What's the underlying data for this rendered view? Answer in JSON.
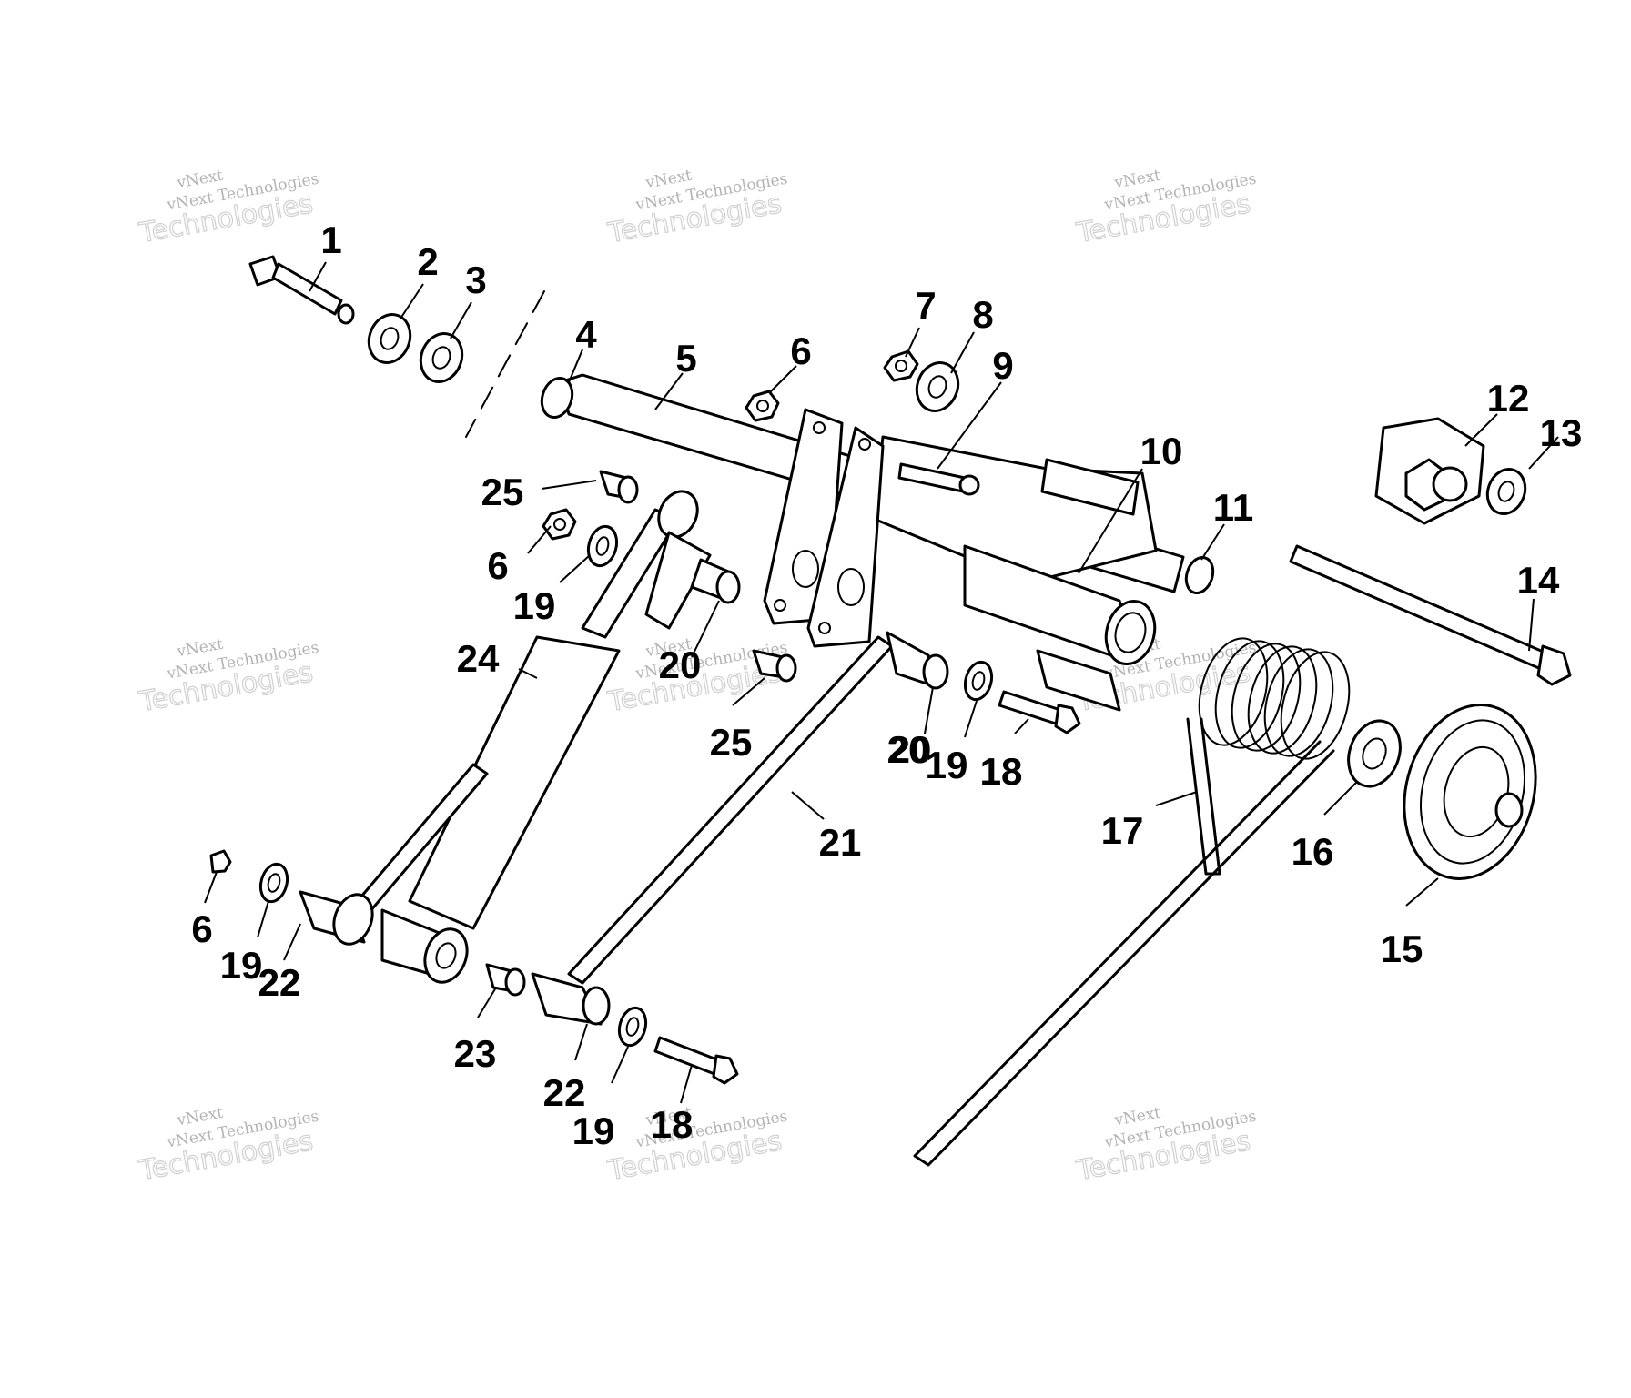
{
  "watermark": {
    "brand": "vNext",
    "small": "vNext Technologies",
    "large": "Technologies"
  },
  "callouts": [
    {
      "id": "c1",
      "label": "1"
    },
    {
      "id": "c2",
      "label": "2"
    },
    {
      "id": "c3",
      "label": "3"
    },
    {
      "id": "c4",
      "label": "4"
    },
    {
      "id": "c5",
      "label": "5"
    },
    {
      "id": "c6a",
      "label": "6"
    },
    {
      "id": "c7",
      "label": "7"
    },
    {
      "id": "c8",
      "label": "8"
    },
    {
      "id": "c9",
      "label": "9"
    },
    {
      "id": "c10",
      "label": "10"
    },
    {
      "id": "c11",
      "label": "11"
    },
    {
      "id": "c12",
      "label": "12"
    },
    {
      "id": "c13",
      "label": "13"
    },
    {
      "id": "c14",
      "label": "14"
    },
    {
      "id": "c15",
      "label": "15"
    },
    {
      "id": "c16",
      "label": "16"
    },
    {
      "id": "c17",
      "label": "17"
    },
    {
      "id": "c18a",
      "label": "18"
    },
    {
      "id": "c19a",
      "label": "19"
    },
    {
      "id": "c20a",
      "label": "20"
    },
    {
      "id": "c21",
      "label": "21"
    },
    {
      "id": "c22a",
      "label": "22"
    },
    {
      "id": "c23",
      "label": "23"
    },
    {
      "id": "c24",
      "label": "24"
    },
    {
      "id": "c25a",
      "label": "25"
    },
    {
      "id": "c6b",
      "label": "6"
    },
    {
      "id": "c19b",
      "label": "19"
    },
    {
      "id": "c20b",
      "label": "20"
    },
    {
      "id": "c25b",
      "label": "25"
    },
    {
      "id": "c20c",
      "label": "20"
    },
    {
      "id": "c19c",
      "label": "19"
    },
    {
      "id": "c18b",
      "label": "18"
    },
    {
      "id": "c6c",
      "label": "6"
    },
    {
      "id": "c19d",
      "label": "19"
    },
    {
      "id": "c22b",
      "label": "22"
    },
    {
      "id": "c22c",
      "label": "22"
    },
    {
      "id": "c19e",
      "label": "19"
    },
    {
      "id": "c18c",
      "label": "18"
    }
  ]
}
